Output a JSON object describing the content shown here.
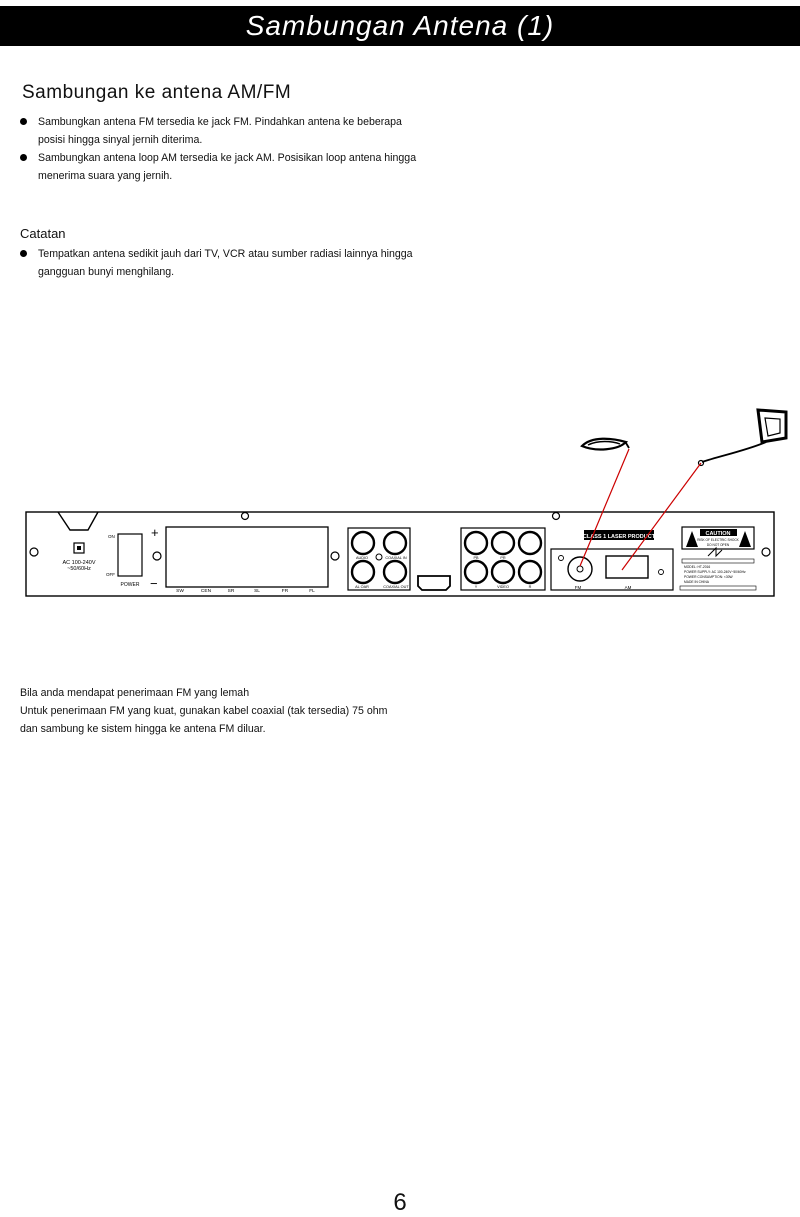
{
  "page": {
    "title": "Sambungan Antena (1)",
    "heading": "Sambungan ke antena AM/FM",
    "bullets": [
      {
        "text": "Sambungkan antena FM tersedia ke jack FM. Pindahkan antena ke beberapa posisi hingga sinyal jernih diterima."
      },
      {
        "text": "Sambungkan antena loop AM tersedia ke jack AM. Posisikan loop antena hingga menerima suara yang jernih."
      }
    ],
    "note_title": "Catatan",
    "note_bullets": [
      {
        "text": "Tempatkan antena sedikit jauh dari TV, VCR atau sumber radiasi lainnya hingga gangguan bunyi menghilang."
      }
    ],
    "footer_lines": [
      "Bila anda mendapat penerimaan FM yang lemah",
      "Untuk penerimaan FM yang kuat, gunakan kabel coaxial (tak tersedia) 75 ohm",
      "dan sambung ke sistem hingga ke antena FM diluar."
    ],
    "page_number": "6"
  },
  "diagram": {
    "accent_color": "#cc0000",
    "ac_label": "AC 100-240V",
    "ac_freq": "~50/60Hz",
    "switch_on": "ON",
    "switch_off": "OFF",
    "power_label": "POWER",
    "plus": "+",
    "minus": "−",
    "speaker_labels": [
      "SW",
      "CEN",
      "SR",
      "SL",
      "FR",
      "FL"
    ],
    "audio_labels": {
      "top_left": "AUDIO",
      "top_right": "COAXIAL IN",
      "bottom_left": "AL OAR",
      "bottom_right": "COAXIAL OUT"
    },
    "video_labels": {
      "pb": "PB",
      "pr": "PR",
      "y": "Y",
      "video": "VIDEO",
      "r": "R"
    },
    "laser_label": "CLASS 1 LASER PRODUCT",
    "fm_label": "FM",
    "am_label": "AM",
    "caution_title": "CAUTION",
    "caution_line1": "RISK OF ELECTRIC SHOCK",
    "caution_line2": "DO NOT OPEN",
    "info_lines": [
      "MODEL: HT-2016",
      "POWER SUPPLY: AC 100-240V~50/60Hz",
      "POWER CONSUMPTION: <30W",
      "MADE IN CHINA"
    ]
  }
}
